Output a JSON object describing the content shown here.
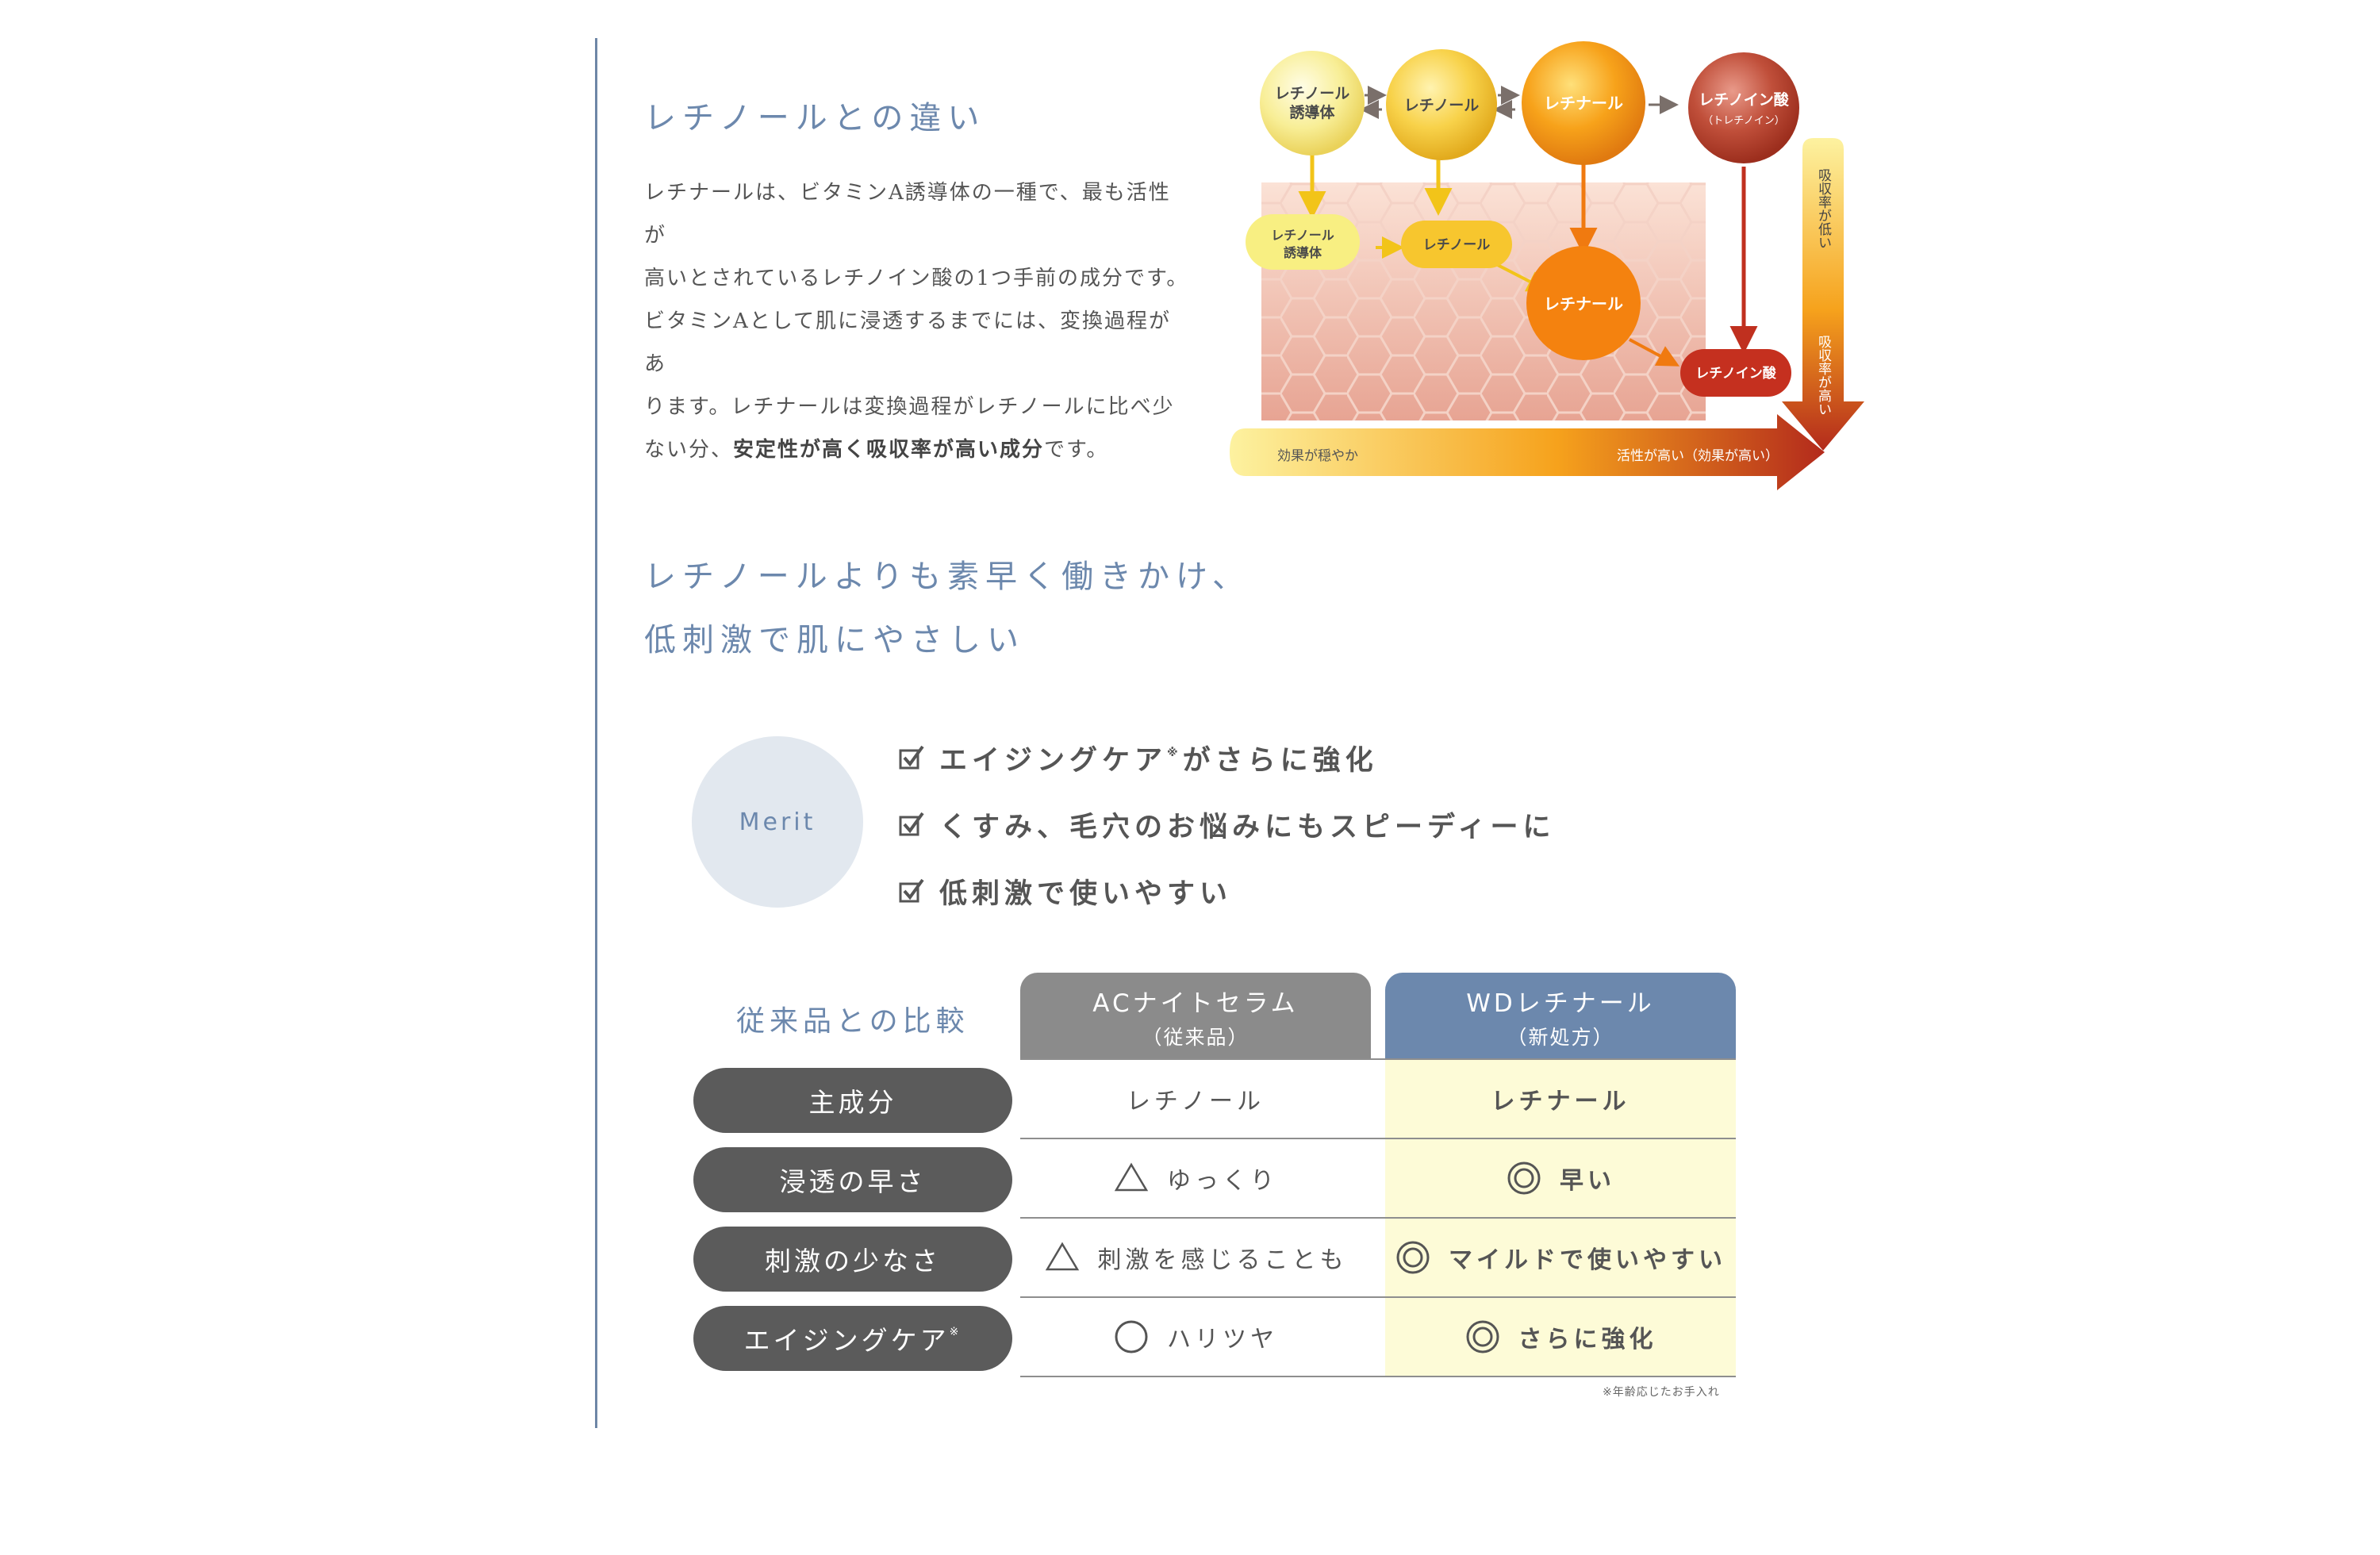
{
  "section1": {
    "title": "レチノールとの違い",
    "body_lines": [
      "レチナールは、ビタミンA誘導体の一種で、最も活性が",
      "高いとされているレチノイン酸の1つ手前の成分です。",
      "ビタミンAとして肌に浸透するまでには、変換過程があ",
      "ります。レチナールは変換過程がレチノールに比べ少",
      "ない分、"
    ],
    "body_bold": "安定性が高く吸収率が高い成分",
    "body_end": "です。"
  },
  "diagram": {
    "top_labels": [
      {
        "line1": "レチノール",
        "line2": "誘導体"
      },
      {
        "line1": "レチノール",
        "line2": ""
      },
      {
        "line1": "レチナール",
        "line2": ""
      },
      {
        "line1": "レチノイン酸",
        "line2": "（トレチノイン）"
      }
    ],
    "skin_labels": {
      "derivative_line1": "レチノール",
      "derivative_line2": "誘導体",
      "retinol": "レチノール",
      "retinal": "レチナール",
      "retinoic": "レチノイン酸"
    },
    "horizontal_arrow": {
      "left": "効果が穏やか",
      "right": "活性が高い（効果が高い）"
    },
    "vertical_arrow": {
      "top": "吸収率が低い",
      "bottom": "吸収率が高い"
    },
    "colors": {
      "derivative": "#f6ea8a",
      "retinol": "#f7cb3a",
      "retinal": "#f5a11a",
      "retinoic": "#b5402c",
      "skin": "#efb9a8"
    }
  },
  "section2": {
    "title_line1": "レチノールよりも素早く働きかけ、",
    "title_line2": "低刺激で肌にやさしい"
  },
  "merit": {
    "label": "Merit",
    "items": [
      {
        "text": "エイジングケア",
        "note": "※",
        "text2": "がさらに強化"
      },
      {
        "text": "くすみ、毛穴のお悩みにもスピーディーに",
        "note": "",
        "text2": ""
      },
      {
        "text": "低刺激で使いやすい",
        "note": "",
        "text2": ""
      }
    ],
    "icon": "checkbox-icon"
  },
  "comparison": {
    "label": "従来品との比較",
    "col_a": {
      "name": "ACナイトセラム",
      "sub": "（従来品）",
      "color": "#8b8b8b"
    },
    "col_b": {
      "name": "WDレチナール",
      "sub": "（新処方）",
      "color": "#6c88ad"
    },
    "rows": [
      {
        "label": "主成分",
        "note": "",
        "a": "レチノール",
        "a_icon": "",
        "b": "レチナール",
        "b_icon": ""
      },
      {
        "label": "浸透の早さ",
        "note": "",
        "a": "ゆっくり",
        "a_icon": "triangle-icon",
        "b": "早い",
        "b_icon": "double-circle-icon"
      },
      {
        "label": "刺激の少なさ",
        "note": "",
        "a": "刺激を感じることも",
        "a_icon": "triangle-icon",
        "b": "マイルドで使いやすい",
        "b_icon": "double-circle-icon"
      },
      {
        "label": "エイジングケア",
        "note": "※",
        "a": "ハリツヤ",
        "a_icon": "circle-icon",
        "b": "さらに強化",
        "b_icon": "double-circle-icon"
      }
    ],
    "footnote": "※年齢応じたお手入れ"
  }
}
